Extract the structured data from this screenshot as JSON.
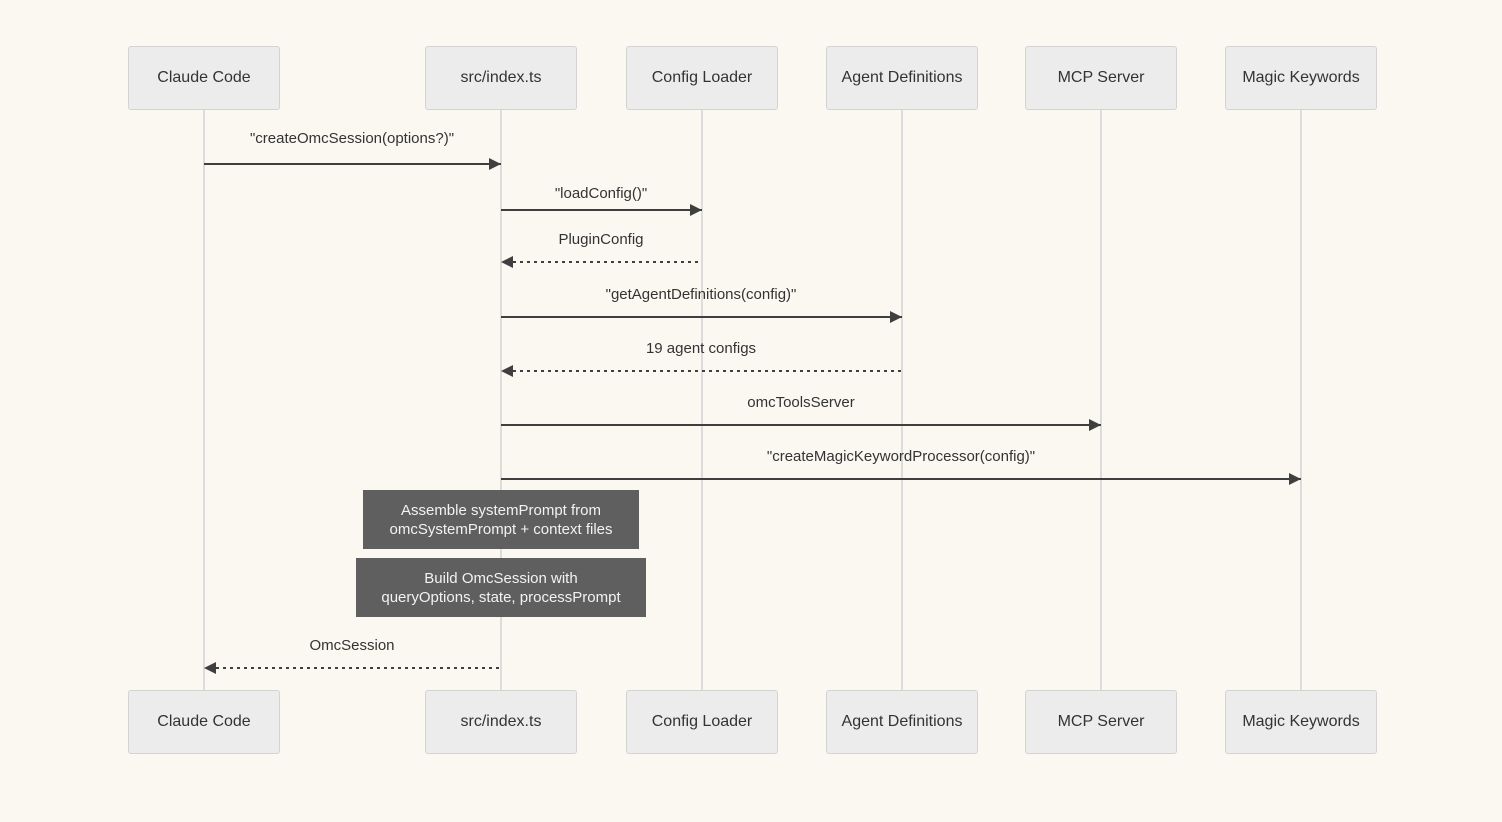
{
  "diagram": {
    "type": "sequence-diagram",
    "colors": {
      "background": "#FAF8F1",
      "actor_fill": "#ECECEC",
      "actor_border": "#D3D3D3",
      "lifeline": "#DCDCDC",
      "arrow": "#3F3F3F",
      "text": "#333333",
      "note_fill": "#5F5F5F",
      "note_text": "#F2F2F2"
    },
    "actors": [
      {
        "label": "Claude Code"
      },
      {
        "label": "src/index.ts"
      },
      {
        "label": "Config Loader"
      },
      {
        "label": "Agent Definitions"
      },
      {
        "label": "MCP Server"
      },
      {
        "label": "Magic Keywords"
      }
    ],
    "messages": [
      {
        "label": "\"createOmcSession(options?)\"",
        "from": "Claude Code",
        "to": "src/index.ts",
        "line": "solid"
      },
      {
        "label": "\"loadConfig()\"",
        "from": "src/index.ts",
        "to": "Config Loader",
        "line": "solid"
      },
      {
        "label": "PluginConfig",
        "from": "Config Loader",
        "to": "src/index.ts",
        "line": "dashed"
      },
      {
        "label": "\"getAgentDefinitions(config)\"",
        "from": "src/index.ts",
        "to": "Agent Definitions",
        "line": "solid"
      },
      {
        "label": "19 agent configs",
        "from": "Agent Definitions",
        "to": "src/index.ts",
        "line": "dashed"
      },
      {
        "label": "omcToolsServer",
        "from": "src/index.ts",
        "to": "MCP Server",
        "line": "solid"
      },
      {
        "label": "\"createMagicKeywordProcessor(config)\"",
        "from": "src/index.ts",
        "to": "Magic Keywords",
        "line": "solid"
      },
      {
        "label": "OmcSession",
        "from": "src/index.ts",
        "to": "Claude Code",
        "line": "dashed"
      }
    ],
    "notes": [
      {
        "line1": "Assemble systemPrompt from",
        "line2": "omcSystemPrompt + context files"
      },
      {
        "line1": "Build OmcSession with",
        "line2": "queryOptions, state, processPrompt"
      }
    ]
  }
}
